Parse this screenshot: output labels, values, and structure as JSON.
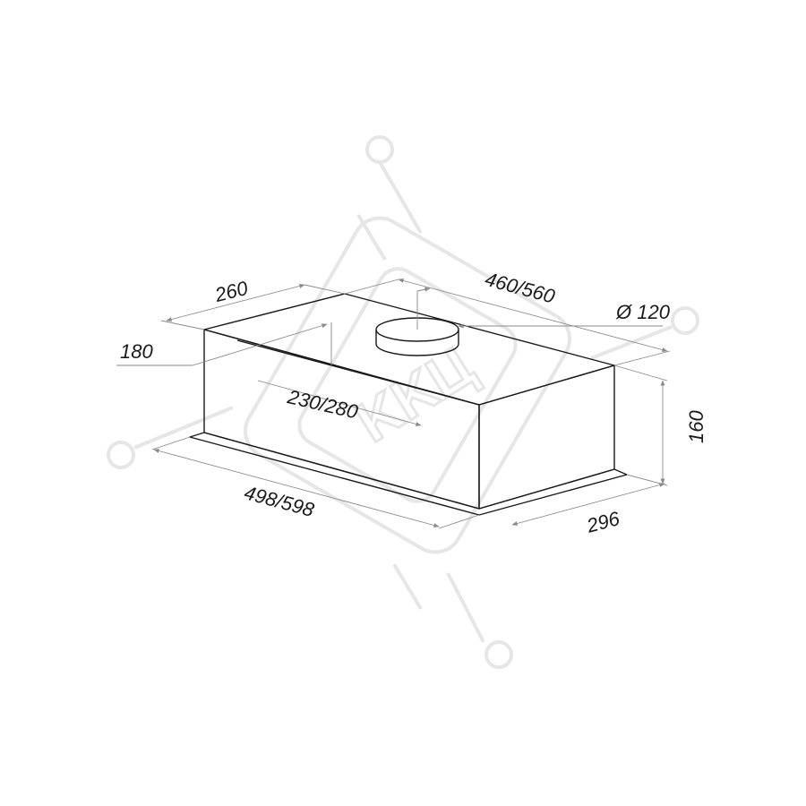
{
  "dimensions": {
    "depth_top": "260",
    "width_top": "460/560",
    "duct_diameter": "Ø 120",
    "duct_offset": "180",
    "duct_position": "230/280",
    "height": "160",
    "width_bottom": "498/598",
    "depth_bottom": "296"
  },
  "watermark": {
    "text": "KKЦ"
  },
  "colors": {
    "outline": "#1a1a1a",
    "dimension_line": "#8a8a8a",
    "watermark": "#e6e6e6"
  }
}
